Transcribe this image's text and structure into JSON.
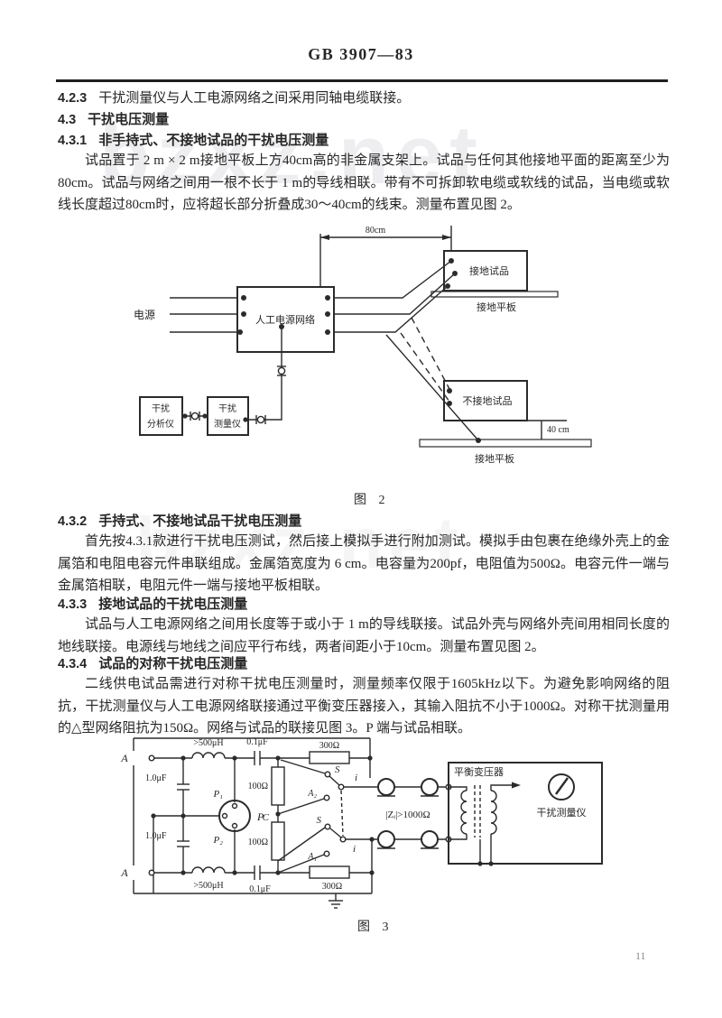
{
  "page": {
    "header": "GB 3907—83",
    "page_number": "11",
    "watermark": "bzxz.net"
  },
  "clauses": [
    {
      "id": "4.2.3",
      "title": "",
      "body": "干扰测量仪与人工电源网络之间采用同轴电缆联接。"
    },
    {
      "id": "4.3",
      "title": "干扰电压测量",
      "body": ""
    },
    {
      "id": "4.3.1",
      "title": "非手持式、不接地试品的干扰电压测量",
      "body": "试品置于 2 m × 2 m接地平板上方40cm高的非金属支架上。试品与任何其他接地平面的距离至少为80cm。试品与网络之间用一根不长于 1 m的导线相联。带有不可拆卸软电缆或软线的试品，当电缆或软线长度超过80cm时，应将超长部分折叠成30～40cm的线束。测量布置见图 2。"
    },
    {
      "id": "4.3.2",
      "title": "手持式、不接地试品干扰电压测量",
      "body": "首先按4.3.1款进行干扰电压测试，然后接上模拟手进行附加测试。模拟手由包裹在绝缘外壳上的金属箔和电阻电容元件串联组成。金属箔宽度为 6 cm。电容量为200pf，电阻值为500Ω。电容元件一端与金属箔相联，电阻元件一端与接地平板相联。"
    },
    {
      "id": "4.3.3",
      "title": "接地试品的干扰电压测量",
      "body": "试品与人工电源网络之间用长度等于或小于 1 m的导线联接。试品外壳与网络外壳间用相同长度的地线联接。电源线与地线之间应平行布线，两者间距小于10cm。测量布置见图 2。"
    },
    {
      "id": "4.3.4",
      "title": "试品的对称干扰电压测量",
      "body": "二线供电试品需进行对称干扰电压测量时，测量频率仅限于1605kHz以下。为避免影响网络的阻抗，干扰测量仪与人工电源网络联接通过平衡变压器接入，其输入阻抗不小于1000Ω。对称干扰测量用的△型网络阻抗为150Ω。网络与试品的联接见图 3。P 端与试品相联。"
    }
  ],
  "figure2": {
    "caption": "图 2",
    "labels": {
      "dim80": "80cm",
      "power": "电源",
      "network": "人工电源网络",
      "grounded_item": "接地试品",
      "ground_plate_top": "接地平板",
      "ungrounded_item": "不接地试品",
      "dim40": "40 cm",
      "ground_plate_bottom": "接地平板",
      "analyzer_l1": "干扰",
      "analyzer_l2": "分析仪",
      "meter_l1": "干扰",
      "meter_l2": "测量仪"
    }
  },
  "figure3": {
    "caption": "图 3",
    "labels": {
      "A_top": "A",
      "A_bottom": "A",
      "L_top": ">500μH",
      "L_bottom": ">500μH",
      "C01_top": "0.1μF",
      "C01_bottom": "0.1μF",
      "R300_top": "300Ω",
      "R300_bottom": "300Ω",
      "C10_top": "1.0μF",
      "C10_bottom": "1.0μF",
      "P1": "P₁",
      "P2": "P₂",
      "P": "P",
      "C": "C",
      "R100_top": "100Ω",
      "R100_bottom": "100Ω",
      "S_top": "S",
      "S_bottom": "S",
      "A2": "A₂",
      "A1": "A₁",
      "i_top": "i",
      "i_bottom": "i",
      "Z": "|Zᵢ|>1000Ω",
      "transformer": "平衡变压器",
      "meter": "干扰测量仪"
    }
  }
}
